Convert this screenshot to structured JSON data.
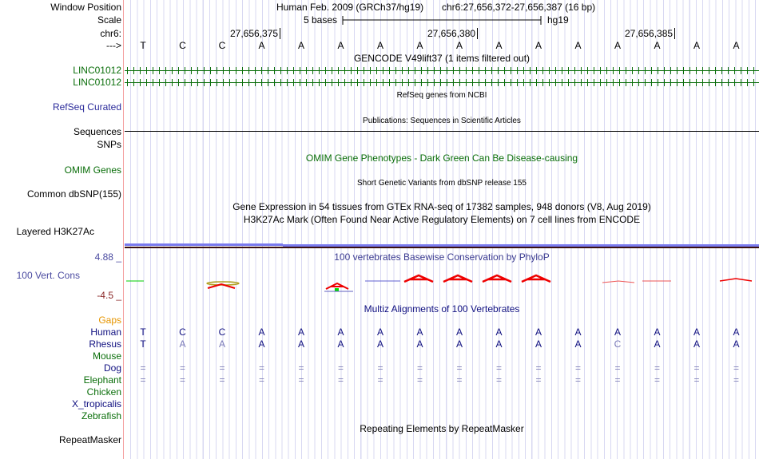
{
  "header": {
    "title": "Human Feb. 2009 (GRCh37/hg19)",
    "position": "chr6:27,656,372-27,656,387 (16 bp)",
    "scale_label": "5 bases",
    "scale_assembly": "hg19",
    "ticks": [
      "27,656,375",
      "27,656,380",
      "27,656,385"
    ]
  },
  "labels": {
    "window_position": "Window Position",
    "scale": "Scale",
    "chrom": "chr6:",
    "strand": "--->",
    "linc1": "LINC01012",
    "linc2": "LINC01012",
    "refseq": "RefSeq Curated",
    "sequences": "Sequences",
    "snps": "SNPs",
    "omim": "OMIM Genes",
    "dbsnp": "Common dbSNP(155)",
    "h3k27ac": "Layered H3K27Ac",
    "phylop_max": "4.88 _",
    "phylop_name": "100 Vert. Cons",
    "phylop_min": "-4.5 _",
    "gaps": "Gaps",
    "human": "Human",
    "rhesus": "Rhesus",
    "mouse": "Mouse",
    "dog": "Dog",
    "elephant": "Elephant",
    "chicken": "Chicken",
    "xtrop": "X_tropicalis",
    "zebrafish": "Zebrafish",
    "repeatmasker": "RepeatMasker"
  },
  "track_titles": {
    "gencode": "GENCODE V49lift37 (1 items filtered out)",
    "refseq": "RefSeq genes from NCBI",
    "publications": "Publications: Sequences in Scientific Articles",
    "omim": "OMIM Gene Phenotypes - Dark Green Can Be Disease-causing",
    "dbsnp": "Short Genetic Variants from dbSNP release 155",
    "gtex": "Gene Expression in 54 tissues from GTEx RNA-seq of 17382 samples, 948 donors (V8, Aug 2019)",
    "h3k27ac": "H3K27Ac Mark (Often Found Near Active Regulatory Elements) on 7 cell lines from ENCODE",
    "phylop": "100 vertebrates Basewise Conservation by PhyloP",
    "multiz": "Multiz Alignments of 100 Vertebrates",
    "repeat": "Repeating Elements by RepeatMasker"
  },
  "bases": [
    "T",
    "C",
    "C",
    "A",
    "A",
    "A",
    "A",
    "A",
    "A",
    "A",
    "A",
    "A",
    "A",
    "A",
    "A",
    "A"
  ],
  "human": [
    "T",
    "C",
    "C",
    "A",
    "A",
    "A",
    "A",
    "A",
    "A",
    "A",
    "A",
    "A",
    "A",
    "A",
    "A",
    "A"
  ],
  "rhesus": [
    "T",
    "A",
    "A",
    "A",
    "A",
    "A",
    "A",
    "A",
    "A",
    "A",
    "A",
    "A",
    "C",
    "A",
    "A",
    "A"
  ],
  "rhesus_diff": [
    false,
    true,
    true,
    false,
    false,
    false,
    false,
    false,
    false,
    false,
    false,
    false,
    true,
    false,
    false,
    false
  ],
  "dog": [
    "=",
    "=",
    "=",
    "=",
    "=",
    "=",
    "=",
    "=",
    "=",
    "=",
    "=",
    "=",
    "=",
    "=",
    "=",
    "="
  ],
  "elephant": [
    "=",
    "=",
    "=",
    "=",
    "=",
    "=",
    "=",
    "=",
    "=",
    "=",
    "=",
    "=",
    "=",
    "=",
    "=",
    "="
  ],
  "colors": {
    "gene": "#0a6e0a",
    "navy": "#101080",
    "gaps": "#e69500"
  }
}
